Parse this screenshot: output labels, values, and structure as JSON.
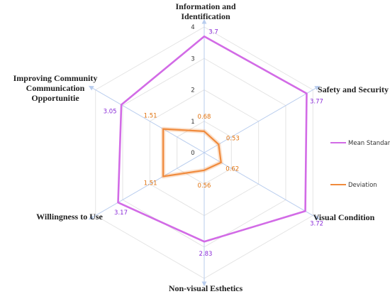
{
  "chart_data": {
    "type": "radar",
    "axes": [
      "Information and Identification",
      "Safety and Security",
      "Visual Condition",
      "Non-visual Esthetics",
      "Willingness to Use",
      "Improving Community Communication Opportunitie"
    ],
    "radial_ticks": [
      "0",
      "1",
      "2",
      "3",
      "4"
    ],
    "rlim": [
      0,
      4
    ],
    "series": [
      {
        "name": "Mean Standard",
        "values": [
          3.7,
          3.77,
          3.72,
          2.83,
          3.17,
          3.05
        ],
        "labels": [
          "3.7",
          "3.77",
          "3.72",
          "2.83",
          "3.17",
          "3.05"
        ]
      },
      {
        "name": "Deviation",
        "values": [
          0.68,
          0.53,
          0.62,
          0.56,
          1.51,
          1.51
        ],
        "labels": [
          "0.68",
          "0.53",
          "0.62",
          "0.56",
          "1.51",
          "1.51"
        ]
      }
    ],
    "legend_position": "right",
    "colors": {
      "mean_standard": "#d26be6",
      "deviation": "#f08a3c",
      "grid": "#e4e4e4",
      "axis": "#b9cdee"
    }
  }
}
